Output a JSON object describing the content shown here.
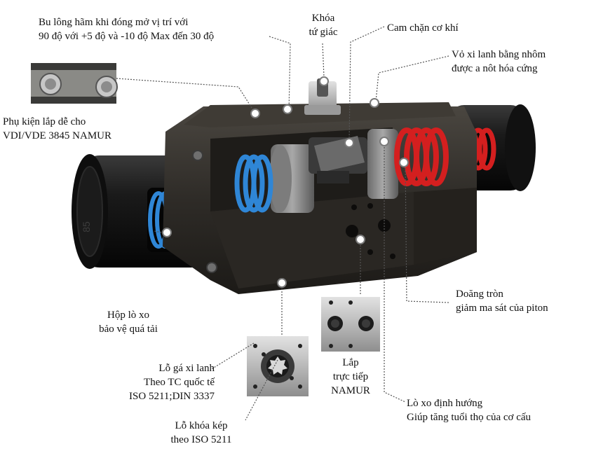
{
  "labels": {
    "bolt_stop": {
      "line1": "Bu lông hãm khi đóng mở vị trí với",
      "line2": "90 độ với +5 độ và -10 độ Max đến 30 độ"
    },
    "square_lock": {
      "line1": "Khóa",
      "line2": "tứ giác"
    },
    "cam": {
      "line1": "Cam chặn cơ khí"
    },
    "cylinder_shell": {
      "line1": "Vỏ xi lanh bằng nhôm",
      "line2": "được a nôt hóa cứng"
    },
    "namur_accessory": {
      "line1": "Phụ kiện lắp dễ cho",
      "line2": "VDI/VDE 3845 NAMUR"
    },
    "spring_box": {
      "line1": "Hộp lò xo",
      "line2": "bảo vệ quá tải"
    },
    "piston_ring": {
      "line1": "Doăng tròn",
      "line2": "giảm ma sát của piton"
    },
    "mount_hole": {
      "line1": "Lỗ gá xi lanh",
      "line2": "Theo TC quốc tế",
      "line3": "ISO 5211;DIN 3337"
    },
    "double_lock": {
      "line1": "Lỗ khóa kép",
      "line2": "theo ISO 5211"
    },
    "namur_direct": {
      "line1": "Lắp",
      "line2": "trực tiếp",
      "line3": "NAMUR"
    },
    "guide_spring": {
      "line1": "Lò xo định hướng",
      "line2": "Giúp tăng tuổi thọ của cơ cấu"
    }
  },
  "product_marking": "85",
  "colors": {
    "body": "#2e2b27",
    "end_cap": "#141414",
    "spring_blue": "#2f86d6",
    "spring_red": "#d41f1f",
    "callout": "#555555"
  }
}
